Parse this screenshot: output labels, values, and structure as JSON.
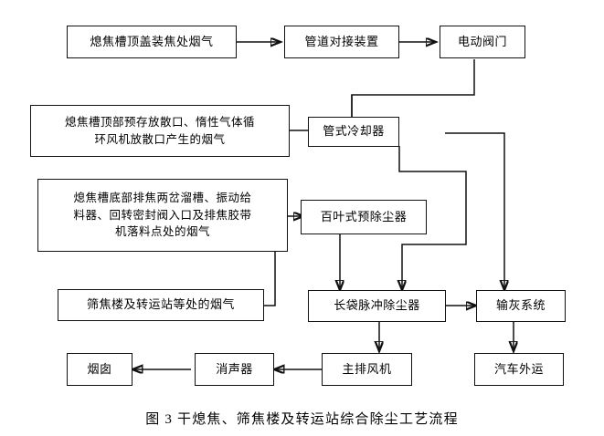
{
  "figure": {
    "caption": "图 3  干熄焦、筛焦楼及转运站综合除尘工艺流程",
    "caption_label": "图 3",
    "caption_title": "干熄焦、筛焦楼及转运站综合除尘工艺流程"
  },
  "nodes": {
    "coke_pit_lid_gas": {
      "line1": "熄焦槽顶盖装焦处烟气"
    },
    "pipe_docking_device": {
      "line1": "管道对接装置"
    },
    "electric_valve": {
      "line1": "电动阀门"
    },
    "top_vent_inert_gas": {
      "line1": "熄焦槽顶部预存放散口、惰性气体循",
      "line2": "环风机放散口产生的烟气"
    },
    "tube_cooler": {
      "line1": "管式冷却器"
    },
    "bottom_discharge_gas": {
      "line1": "熄焦槽底部排焦两岔溜槽、振动给",
      "line2": "料器、回转密封阀入口及排焦胶带",
      "line3": "机落料点处的烟气"
    },
    "louver_pre_duster": {
      "line1": "百叶式预除尘器"
    },
    "screening_transfer_gas": {
      "line1": "筛焦楼及转运站等处的烟气"
    },
    "long_bag_pulse_duster": {
      "line1": "长袋脉冲除尘器"
    },
    "ash_conveying_system": {
      "line1": "输灰系统"
    },
    "chimney": {
      "line1": "烟囱"
    },
    "silencer": {
      "line1": "消声器"
    },
    "main_exhaust_fan": {
      "line1": "主排风机"
    },
    "truck_transport": {
      "line1": "汽车外运"
    }
  },
  "colors": {
    "line": "#111111",
    "box_border": "#111111",
    "background": "#ffffff",
    "text": "#000000"
  }
}
